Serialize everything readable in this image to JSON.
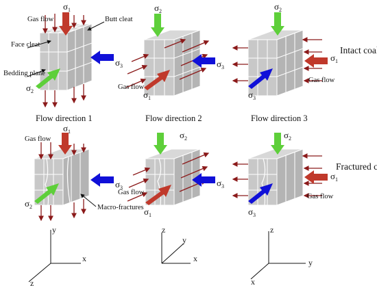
{
  "labels": {
    "gas_flow": "Gas flow",
    "butt_cleat": "Butt cleat",
    "face_cleat": "Face cleat",
    "bedding_plane": "Bedding plane",
    "macro_fractures": "Macro-fractures",
    "intact_coal": "Intact coal",
    "fractured_coal": "Fractured coal",
    "sigma": "σ"
  },
  "flow_directions": [
    "Flow direction 1",
    "Flow direction 2",
    "Flow direction 3"
  ],
  "axes": {
    "x": "x",
    "y": "y",
    "z": "z"
  },
  "colors": {
    "red_arrow": "#c0392b",
    "green_arrow": "#5ecf3a",
    "blue_arrow": "#1010d8",
    "flow_arrow": "#8b1a1a",
    "cube_front": "#c8c8c8",
    "cube_top": "#d8d8d8",
    "cube_side": "#b4b4b4",
    "grid_line": "#ffffff"
  }
}
